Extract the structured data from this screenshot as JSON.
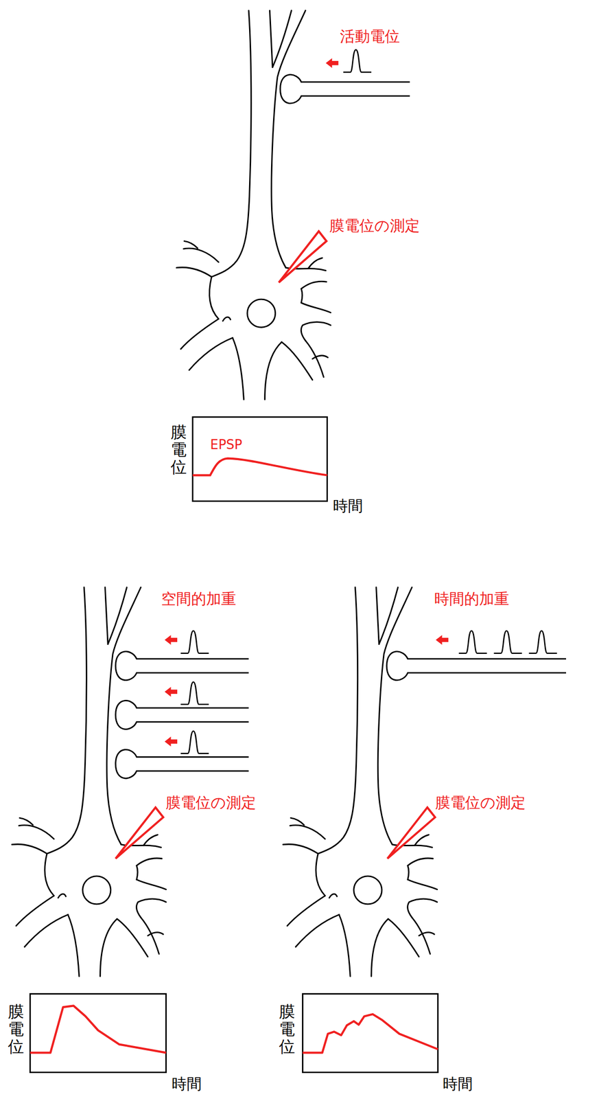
{
  "diagram": {
    "labels": [
      "活動電位",
      "膜電位の測定",
      "EPSP",
      "膜電位",
      "時間",
      "空間的加重",
      "時間的加重",
      "膜電位の測定",
      "膜電位の測定",
      "膜電位",
      "時間",
      "膜電位",
      "時間"
    ]
  }
}
